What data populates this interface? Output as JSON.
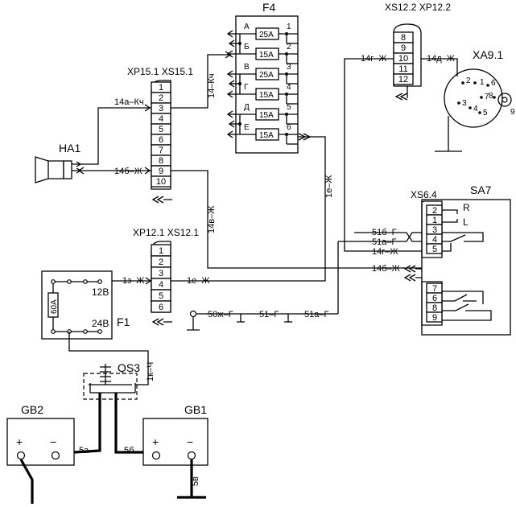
{
  "components": {
    "f4": "F4",
    "xs122": "XS12.2 XP12.2",
    "xa91": "XA9.1",
    "xp151": "XP15.1 XS15.1",
    "ha1": "HA1",
    "xs64": "XS6.4",
    "sa7": "SA7",
    "xp121": "XP12.1  XS12.1",
    "f1": "F1",
    "qs3": "QS3",
    "gb2": "GB2",
    "gb1": "GB1"
  },
  "f4": {
    "fuses": [
      {
        "letter": "А",
        "rating": "25А",
        "num": "1"
      },
      {
        "letter": "Б",
        "rating": "15А",
        "num": "2"
      },
      {
        "letter": "В",
        "rating": "25А",
        "num": "3"
      },
      {
        "letter": "Г",
        "rating": "15А",
        "num": "4"
      },
      {
        "letter": "Д",
        "rating": "15А",
        "num": "5"
      },
      {
        "letter": "Е",
        "rating": "15А",
        "num": "6"
      }
    ]
  },
  "xs122": {
    "pins": [
      "8",
      "9",
      "10",
      "11",
      "12"
    ]
  },
  "xp151": {
    "pins": [
      "1",
      "2",
      "3",
      "4",
      "5",
      "6",
      "7",
      "8",
      "9",
      "10"
    ]
  },
  "xp121": {
    "pins": [
      "1",
      "2",
      "3",
      "4",
      "5",
      "6"
    ]
  },
  "sa7": {
    "pins": [
      "2",
      "1",
      "3",
      "4",
      "5",
      "7",
      "6",
      "8",
      "9"
    ],
    "r": "R",
    "l": "L"
  },
  "xa91": {
    "pins": [
      "1",
      "2",
      "3",
      "4",
      "5",
      "6",
      "7",
      "8",
      "9"
    ]
  },
  "f1": {
    "fuse": "60А",
    "v12": "12В",
    "v24": "24В"
  },
  "batteries": {
    "plus": "+",
    "minus": "−"
  },
  "wires": {
    "w14kch": "14–Кч",
    "w14akch": "14а–Кч",
    "w14bzh": "14б–Ж",
    "w14vzh": "14в–Ж",
    "w14gzh": "14г–Ж",
    "w14dzh": "14д–Ж",
    "w1ezh": "1е–Ж",
    "w1zzh": "1з–Ж",
    "w1ezh2": "1е–Ж",
    "w51bg": "51б–Г",
    "w51ag": "51а–Г",
    "w14gzh2": "14г–Ж",
    "w14bzh2": "14б–Ж",
    "w50zhg": "50ж–Г",
    "w51g": "51–Г",
    "w51ag2": "51а–Г",
    "wkch": "1к–Ч",
    "w5a": "5а",
    "w5b": "5б",
    "w5v": "5в"
  }
}
